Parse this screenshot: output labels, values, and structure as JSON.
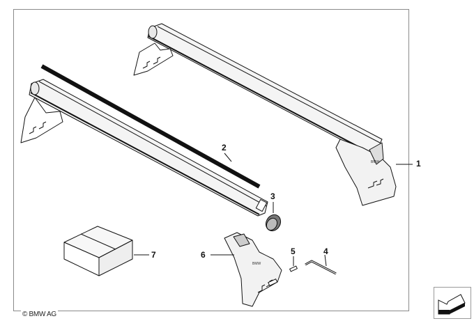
{
  "callouts": {
    "p1": "1",
    "p2": "2",
    "p3": "3",
    "p4": "4",
    "p5": "5",
    "p6": "6",
    "p7": "7"
  },
  "copyright": "© BMW AG",
  "nav_icon": "arrow-down-left-icon"
}
